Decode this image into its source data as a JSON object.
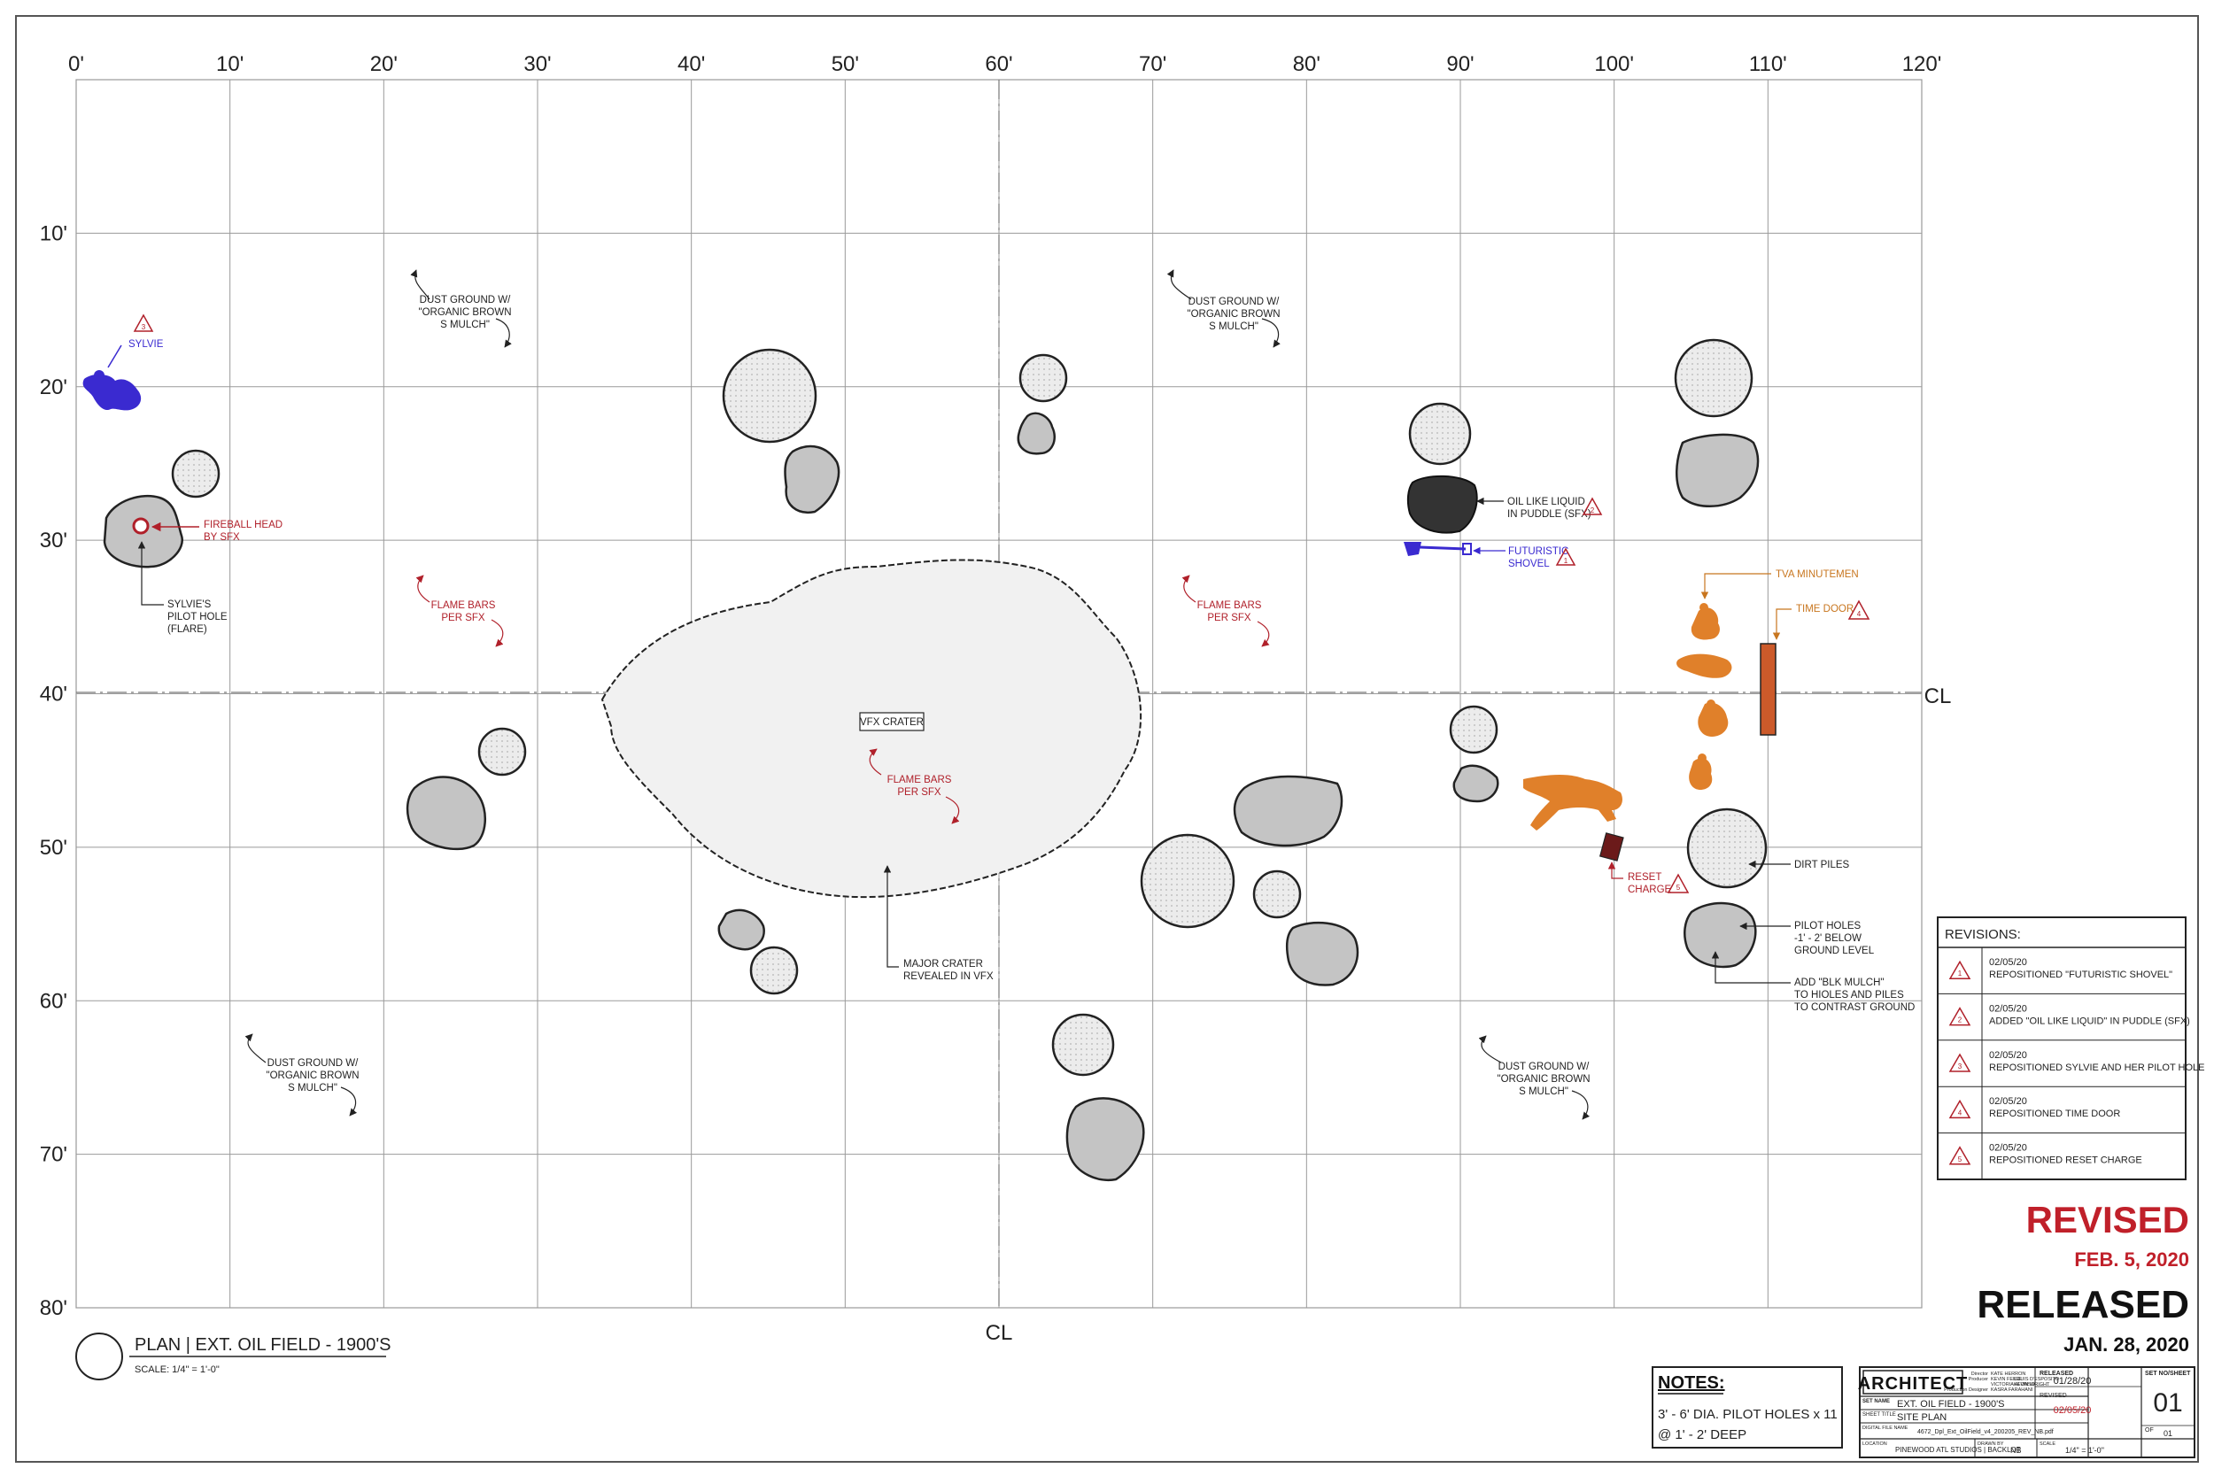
{
  "x_axis": [
    "0'",
    "10'",
    "20'",
    "30'",
    "40'",
    "50'",
    "60'",
    "70'",
    "80'",
    "90'",
    "100'",
    "110'",
    "120'"
  ],
  "y_axis": [
    "10'",
    "20'",
    "30'",
    "40'",
    "50'",
    "60'",
    "70'",
    "80'"
  ],
  "centerline": "CL",
  "labels": {
    "sylvie": "SYLVIE",
    "fireball": [
      "FIREBALL HEAD",
      "BY SFX"
    ],
    "pilot_hole": [
      "SYLVIE'S",
      "PILOT HOLE",
      "(FLARE)"
    ],
    "dust_1": [
      "DUST GROUND W/",
      "\"ORGANIC BROWN",
      "S MULCH\""
    ],
    "dust_2": [
      "DUST GROUND W/",
      "\"ORGANIC BROWN",
      "S MULCH\""
    ],
    "dust_3": [
      "DUST GROUND W/",
      "\"ORGANIC BROWN",
      "S MULCH\""
    ],
    "dust_4": [
      "DUST GROUND W/",
      "\"ORGANIC BROWN",
      "S MULCH\""
    ],
    "flame_1": [
      "FLAME BARS",
      "PER SFX"
    ],
    "flame_2": [
      "FLAME BARS",
      "PER SFX"
    ],
    "flame_3": [
      "FLAME BARS",
      "PER SFX"
    ],
    "vfx_crater": "VFX CRATER",
    "major_crater": [
      "MAJOR CRATER",
      "REVEALED IN VFX"
    ],
    "oil": [
      "OIL LIKE LIQUID",
      "IN PUDDLE (SFX)"
    ],
    "shovel": [
      "FUTURISTIC",
      "SHOVEL"
    ],
    "tva": "TVA MINUTEMEN",
    "time_door": "TIME DOOR",
    "dirt_piles": "DIRT PILES",
    "reset": [
      "RESET",
      "CHARGE"
    ],
    "pilot_holes": [
      "PILOT HOLES",
      "-1' - 2' BELOW",
      "GROUND LEVEL"
    ],
    "blk_mulch": [
      "ADD \"BLK MULCH\"",
      "TO HIOLES AND PILES",
      "TO CONTRAST GROUND"
    ]
  },
  "revisions": {
    "title": "REVISIONS:",
    "items": [
      {
        "num": "1",
        "date": "02/05/20",
        "text": "REPOSITIONED \"FUTURISTIC SHOVEL\""
      },
      {
        "num": "2",
        "date": "02/05/20",
        "text": "ADDED \"OIL LIKE LIQUID\" IN PUDDLE (SFX)"
      },
      {
        "num": "3",
        "date": "02/05/20",
        "text": "REPOSITIONED SYLVIE AND HER PILOT HOLE"
      },
      {
        "num": "4",
        "date": "02/05/20",
        "text": "REPOSITIONED TIME DOOR"
      },
      {
        "num": "5",
        "date": "02/05/20",
        "text": "REPOSITIONED RESET CHARGE"
      }
    ]
  },
  "stamp": {
    "revised": "REVISED",
    "revised_date": "FEB. 5, 2020",
    "released": "RELEASED",
    "released_date": "JAN. 28, 2020"
  },
  "plan_title": "PLAN | EXT. OIL FIELD - 1900'S",
  "scale": "SCALE: 1/4\" = 1'-0\"",
  "notes": {
    "title": "NOTES:",
    "line1": "3' - 6' DIA. PILOT HOLES x 11",
    "line2": "@ 1' - 2' DEEP"
  },
  "title_block": {
    "logo": "ARCHITECT",
    "credits_left": [
      "Director",
      "Producer",
      "",
      "Production Designer"
    ],
    "credits_right": [
      "KATE HERRON",
      "KEVIN FEIGE",
      "VICTORIA ALONSO",
      "KASRA FARAHANI"
    ],
    "credits_right2": [
      "",
      "LOUIS D'ESPOSITO",
      "KEVIN WRIGHT",
      ""
    ],
    "released_label": "RELEASED",
    "released_value": "01/28/20",
    "revised_label": "REVISED",
    "revised_value": "02/05/20",
    "set_no_label": "SET NO/SHEET",
    "sheet_no": "01",
    "of_label": "OF",
    "of_value": "01",
    "set_name_label": "SET NAME",
    "set_name": "EXT. OIL FIELD - 1900'S",
    "sheet_title_label": "SHEET TITLE",
    "sheet_title": "SITE PLAN",
    "file_label": "DIGITAL FILE NAME",
    "file_name": "4672_Dpl_Ext_OilField_v4_200205_REV_NB.pdf",
    "location_label": "LOCATION",
    "location": "PINEWOOD ATL STUDIOS | BACKLOT",
    "drawn_label": "DRAWN BY",
    "drawn_by": "NB",
    "scale_label": "SCALE",
    "scale_value": "1/4\" = 1'-0\""
  },
  "colors": {
    "grid": "#9a9a9a",
    "rock": "#c8c8c8",
    "oil": "#333333",
    "red": "#b0202a",
    "blue": "#3a2ad0",
    "orange": "#e0802a",
    "door": "#cc5a2a",
    "crater": "#f1f1f1"
  }
}
